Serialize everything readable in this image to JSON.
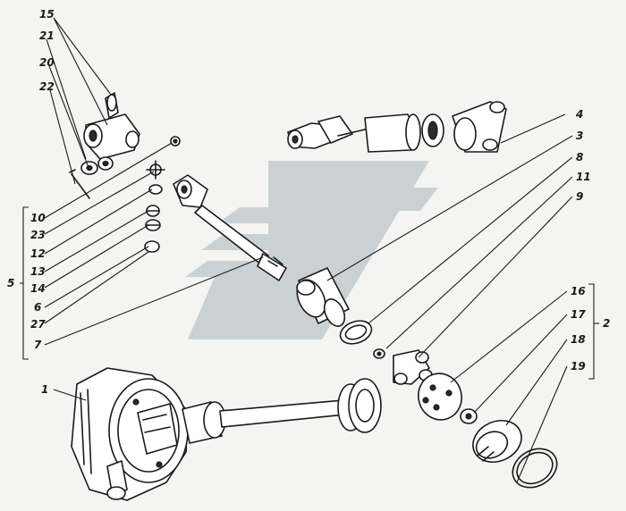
{
  "watermark": {
    "color": "#c4cbce"
  },
  "labels": {
    "l15": "15",
    "l21": "21",
    "l20": "20",
    "l22": "22",
    "l10": "10",
    "l23": "23",
    "l12": "12",
    "l13": "13",
    "l14": "14",
    "l6": "6",
    "l27": "27",
    "l7": "7",
    "l5": "5",
    "l4": "4",
    "l3": "3",
    "l8": "8",
    "l11": "11",
    "l9": "9",
    "l16": "16",
    "l17": "17",
    "l18": "18",
    "l19": "19",
    "l2": "2",
    "l1": "1"
  }
}
